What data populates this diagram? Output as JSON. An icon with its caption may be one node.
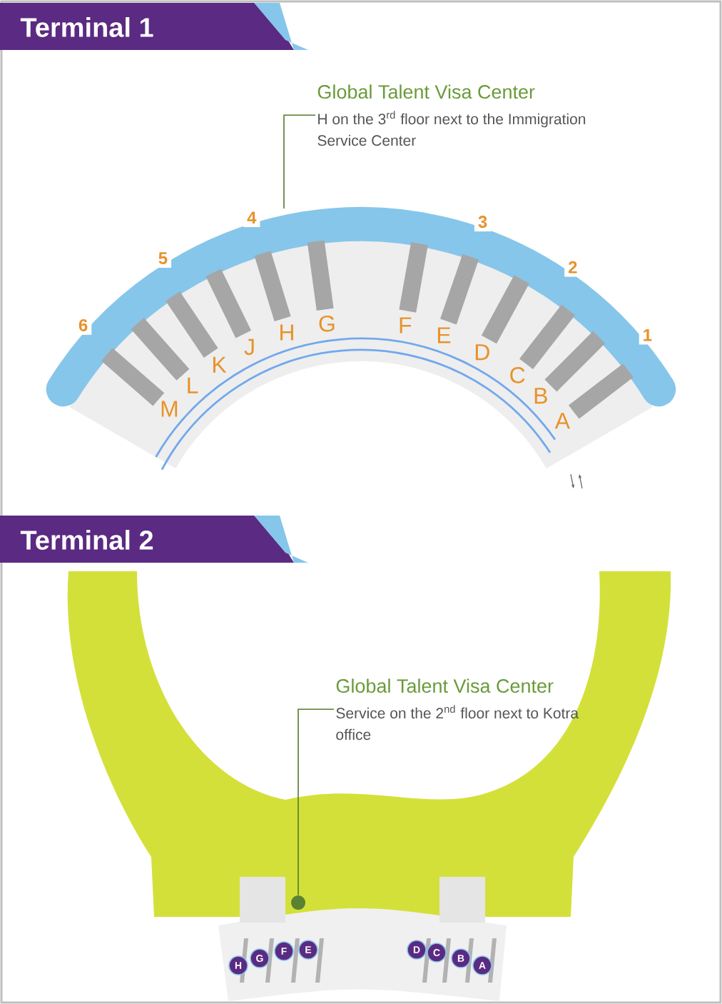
{
  "diagram": {
    "nodes": [
      {
        "text": [
          "Terminal 1"
        ]
      },
      {
        "text": [
          "Global Talent Visa Center",
          "H on the 3$^{rd}$ floor next to the Immigration Service Center"
        ]
      },
      {
        "text": [
          "6"
        ]
      },
      {
        "text": [
          "5"
        ]
      },
      {
        "text": [
          "4"
        ]
      },
      {
        "text": [
          "3"
        ]
      },
      {
        "text": [
          "2"
        ]
      },
      {
        "text": [
          "1"
        ]
      },
      {
        "text": [
          "Terminal 2"
        ]
      },
      {
        "text": [
          "Global Talent Visa Center",
          "Service on the 2$^{nd}$ floor next to Kotra office"
        ]
      },
      {
        "text": [],
        "shape": "circle"
      },
      {
        "text": [
          "H"
        ]
      },
      {
        "text": [
          "G"
        ]
      },
      {
        "text": [
          "F"
        ]
      },
      {
        "text": [
          "E"
        ]
      },
      {
        "text": [
          "D"
        ]
      },
      {
        "text": [
          "C"
        ]
      },
      {
        "text": [
          "B"
        ]
      },
      {
        "text": [
          "A"
        ]
      }
    ],
    "edges": [
      {
        "from": 1,
        "to": null,
        "arrow": "none"
      },
      {
        "from": 9,
        "to": 10,
        "arrow": "none"
      }
    ],
    "labels": [
      "M",
      "L",
      "K",
      "J",
      "H",
      "G",
      "F",
      "E",
      "D",
      "C",
      "B",
      "A"
    ]
  }
}
